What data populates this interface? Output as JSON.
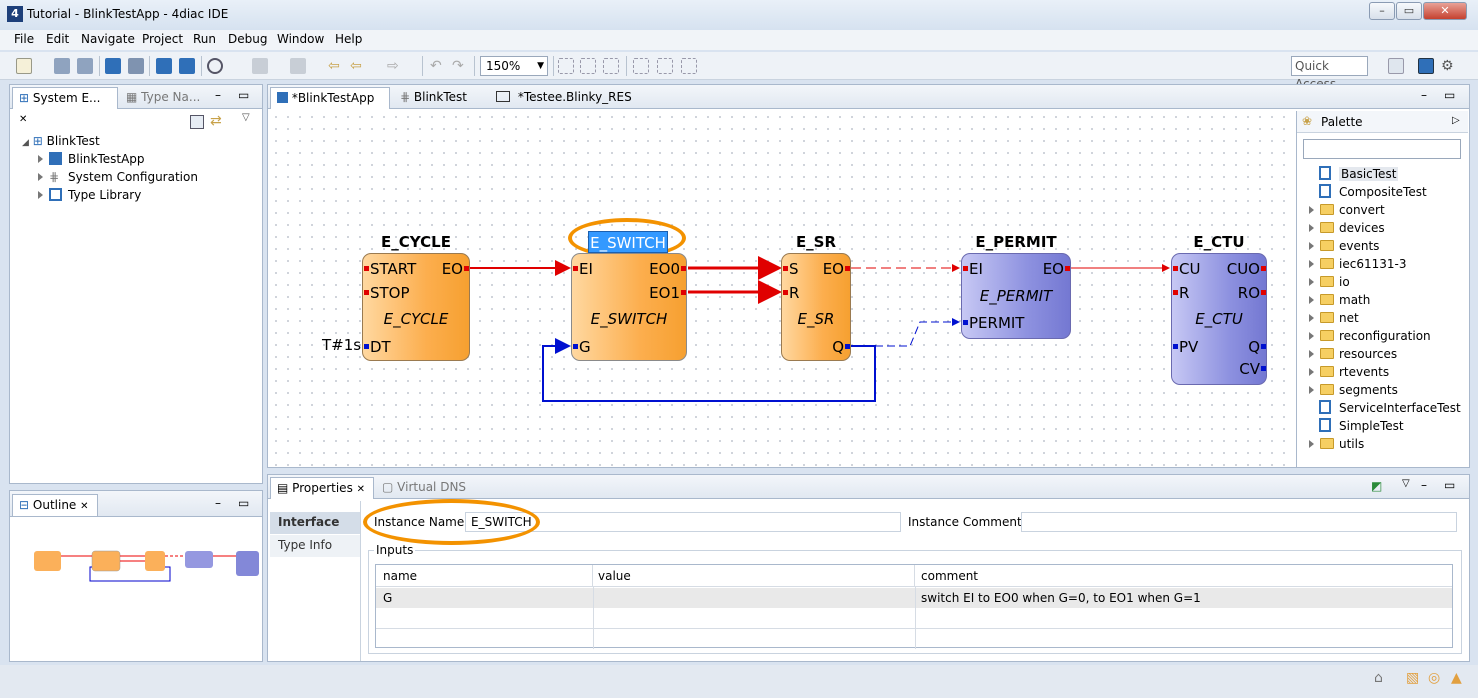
{
  "window": {
    "title": "Tutorial - BlinkTestApp - 4diac IDE"
  },
  "menu": [
    "File",
    "Edit",
    "Navigate",
    "Project",
    "Run",
    "Debug",
    "Window",
    "Help"
  ],
  "toolbar": {
    "zoom": "150%",
    "quick_access": "Quick Access"
  },
  "left_panel": {
    "tabs": [
      "System E...",
      "Type Na..."
    ],
    "tree": {
      "root": "BlinkTest",
      "children": [
        "BlinkTestApp",
        "System Configuration",
        "Type Library"
      ]
    }
  },
  "outline": {
    "title": "Outline"
  },
  "editor": {
    "tabs": [
      "*BlinkTestApp",
      "BlinkTest",
      "*Testee.Blinky_RES"
    ]
  },
  "blocks": {
    "cycle": {
      "name": "E_CYCLE",
      "type": "E_CYCLE",
      "inputs": [
        "START",
        "STOP"
      ],
      "outputs": [
        "EO"
      ],
      "data_in": "DT",
      "param": "T#1s"
    },
    "switch": {
      "name": "E_SWITCH",
      "type": "E_SWITCH",
      "inputs": [
        "EI"
      ],
      "outputs": [
        "EO0",
        "EO1"
      ],
      "data_in": "G"
    },
    "sr": {
      "name": "E_SR",
      "type": "E_SR",
      "inputs": [
        "S",
        "R"
      ],
      "outputs": [
        "EO"
      ],
      "data_out": "Q"
    },
    "permit": {
      "name": "E_PERMIT",
      "type": "E_PERMIT",
      "inputs": [
        "EI"
      ],
      "outputs": [
        "EO"
      ],
      "data_in": "PERMIT"
    },
    "ctu": {
      "name": "E_CTU",
      "type": "E_CTU",
      "inputs": [
        "CU",
        "R"
      ],
      "outputs": [
        "CUO",
        "RO"
      ],
      "data_in": "PV",
      "data_out": [
        "Q",
        "CV"
      ]
    }
  },
  "palette": {
    "title": "Palette",
    "items": [
      {
        "label": "BasicTest",
        "kind": "fb"
      },
      {
        "label": "CompositeTest",
        "kind": "fb"
      },
      {
        "label": "convert",
        "kind": "folder"
      },
      {
        "label": "devices",
        "kind": "folder"
      },
      {
        "label": "events",
        "kind": "folder"
      },
      {
        "label": "iec61131-3",
        "kind": "folder"
      },
      {
        "label": "io",
        "kind": "folder"
      },
      {
        "label": "math",
        "kind": "folder"
      },
      {
        "label": "net",
        "kind": "folder"
      },
      {
        "label": "reconfiguration",
        "kind": "folder"
      },
      {
        "label": "resources",
        "kind": "folder"
      },
      {
        "label": "rtevents",
        "kind": "folder"
      },
      {
        "label": "segments",
        "kind": "folder"
      },
      {
        "label": "ServiceInterfaceTest",
        "kind": "fb"
      },
      {
        "label": "SimpleTest",
        "kind": "fb"
      },
      {
        "label": "utils",
        "kind": "folder"
      }
    ]
  },
  "properties": {
    "tabs": [
      "Properties",
      "Virtual DNS"
    ],
    "side_tabs": [
      "Interface",
      "Type Info"
    ],
    "instance_name_label": "Instance Name:",
    "instance_name": "E_SWITCH",
    "instance_comment_label": "Instance Comment:",
    "instance_comment": "",
    "inputs_label": "Inputs",
    "columns": [
      "name",
      "value",
      "comment"
    ],
    "rows": [
      {
        "name": "G",
        "value": "",
        "comment": "switch EI to EO0 when G=0, to EO1 when G=1"
      }
    ]
  },
  "colors": {
    "event": "#e00000",
    "data": "#0010d0",
    "highlight": "#f39200"
  }
}
